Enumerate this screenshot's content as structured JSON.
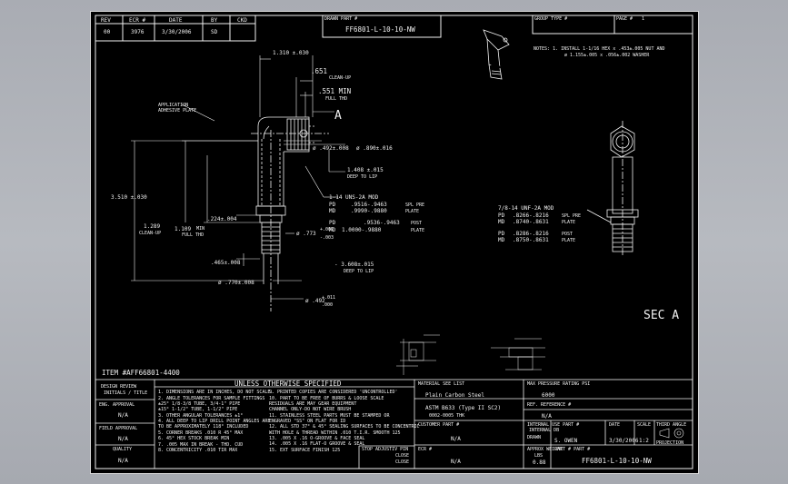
{
  "revision_block": {
    "headers": [
      "REV",
      "ECR #",
      "DATE",
      "BY",
      "CKD"
    ],
    "values": [
      "00",
      "3976",
      "3/30/2006",
      "SD",
      ""
    ]
  },
  "top_part_label": "DRAWN PART #",
  "top_part_number": "FF6801-L-10-10-NW",
  "group_label": "GROUP TYPE #",
  "page_label": "PAGE #",
  "page_value": "1",
  "notes_line1": "NOTES:  1.  INSTALL 1-1/16 HEX x .453±.005 NUT AND",
  "notes_line2": "ø 1.155±.005 x .056±.002 WASHER",
  "dims": {
    "d_1310": "1.310 ±.030",
    "d_651": ".651",
    "d_651_note": "CLEAN-UP",
    "d_551": ".551 MIN",
    "d_551_note": "FULL THD",
    "callout_a": "A",
    "d_492": "ø .492±.008",
    "d_890": "ø .890±.016",
    "d_1408": "1.408 ±.015",
    "d_1408_note": "DEEP TO LIP",
    "d_3510": "3.510 ±.030",
    "d_1289": "1.289",
    "d_1289_note": "CLEAN-UP",
    "d_1109": "1.109",
    "d_1109_note1": "MIN",
    "d_1109_note2": "FULL THD",
    "d_224": ".224±.004",
    "d_773": "ø .773",
    "d_773_tol_upper": "+.002",
    "d_773_tol_lower": "-.003",
    "d_465": ".465±.008",
    "d_770": "ø .770±.008",
    "d_492b": "ø .492",
    "d_492b_tol_upper": "+.011",
    "d_492b_tol_lower": ".000",
    "d_3608": "- 3.608±.015",
    "d_3608_note": "DEEP TO LIP",
    "small_label1": "APPLICATION",
    "small_label2": "ADHESIVE PLATE"
  },
  "thread1": {
    "title": "1-14 UNS-2A MOD",
    "pd_label": "PD",
    "pd_value": ".9516-.9463",
    "pd_note": "SPL PRE",
    "md_label": "MD",
    "md_value": ".9990-.9880",
    "md_note": "PLATE",
    "pd2_label": "PD",
    "pd2_value": ".9536-.9463",
    "pd2_note": "POST",
    "md2_label": "MD",
    "md2_value": "1.0000-.9880",
    "md2_note": "PLATE"
  },
  "thread2": {
    "title": "7/8-14 UNF-2A MOD",
    "pd_label": "PD",
    "pd_value": ".8266-.8216",
    "pd_note": "SPL PRE",
    "md_label": "MD",
    "md_value": ".8740-.8631",
    "md_note": "PLATE",
    "pd2_label": "PD",
    "pd2_value": ".8286-.8216",
    "pd2_note": "POST",
    "md2_label": "MD",
    "md2_value": ".8750-.8631",
    "md2_note": "PLATE"
  },
  "section_label": "SEC A",
  "item_label": "ITEM #AFF66801-4400",
  "title_block": {
    "design_review": "DESIGN REVIEW",
    "design_review_sub": "INITIALS / TITLE",
    "eng_approval": "ENG. APPROVAL",
    "eng_approval_value": "N/A",
    "field_approval": "FIELD APPROVAL",
    "field_approval_value": "N/A",
    "quality": "QUALITY",
    "quality_value": "N/A",
    "unless_header": "UNLESS OTHERWISE SPECIFIED",
    "notes_left": [
      "1.  DIMENSIONS ARE IN INCHES, DO NOT SCALE.",
      "2.  ANGLE TOLERANCES FOR SAMPLE FITTINGS",
      "     ±25° 1/8-3/8 TUBE, 3/4-1\" PIPE",
      "     ±15° 1-1/2\" TUBE, 1-1/2\" PIPE",
      "3.  OTHER ANGULAR TOLERANCES ±1°",
      "4.  ALL DEEP TO LIP DRILL POINT ANGLES ARE",
      "     TO BE APPROXIMATELY 118° INCLUDED",
      "5.  CORNER BREAKS .010 R  45° MAX",
      "6.  45° HEX STOCK BREAK MIN",
      "7.  .005 MAX IN BREAK - THD. CUD",
      "8.  CONCENTRICITY .010 TIR MAX"
    ],
    "notes_right": [
      "9.  PRINTED COPIES ARE CONSIDERED 'UNCONTROLLED'",
      "10. PART TO BE FREE OF BURRS & LOOSE SCALE",
      "     RESIDUALS ARE MAY GEAR EQUIPMENT",
      "     CHANNEL ONLY-DO NOT WIRE BRUSH",
      "11. STAINLESS STEEL PARTS MUST BE STAMPED OR",
      "     ENGRAVED \"SS\" ON FLAT FOR ID",
      "12. ALL STD 37° & 45° SEALING SURFACES TO BE CONCENTRIC",
      "     WITH HOLE & THREAD WITHIN .010 T.I.R. SMOOTH 125",
      "13. .005 X .16 O-GROOVE & FACE SEAL",
      "14. .005 X .16 FLAT-O GROOVE & SEAL",
      "15. EXT SURFACE FINISH 125"
    ],
    "stop_adjust_label": "STOP ADJUSTIV PIN",
    "stop_adjust_v1": "CLOSE",
    "stop_adjust_v2": "CLOSE",
    "material_label": "MATERIAL SEE LIST",
    "material_value1": "Plain Carbon Steel",
    "material_value2": "ASTM B633 (Type II SC2)",
    "material_value3": "0002-0005 THK",
    "pressure_label": "MAX PRESSURE RATING PSI",
    "pressure_value": "6000",
    "ref_label": "REF. REFERENCE #",
    "ref_value": "N/A",
    "customer_label": "CUSTOMER PART #",
    "customer_value": "N/A",
    "internal_label": "INTERNAL USE PART #",
    "internal_value": "INTERNAL DB",
    "drawn_label": "DRAWN",
    "drawn_value": "S. OWEN",
    "date_label": "DATE",
    "date_value": "3/30/2006",
    "scale_label": "SCALE",
    "scale_value": "1:2",
    "third_angle_label": "THIRD ANGLE",
    "third_angle_label2": "PROJECTION",
    "ecr_label": "ECR #",
    "ecr_value": "N/A",
    "weight_label": "APPROX WEIGHT",
    "weight_unit": "LBS",
    "weight_value": "0.88",
    "part_label": "PART # PART #",
    "part_value": "FF6801-L-10-10-NW"
  }
}
